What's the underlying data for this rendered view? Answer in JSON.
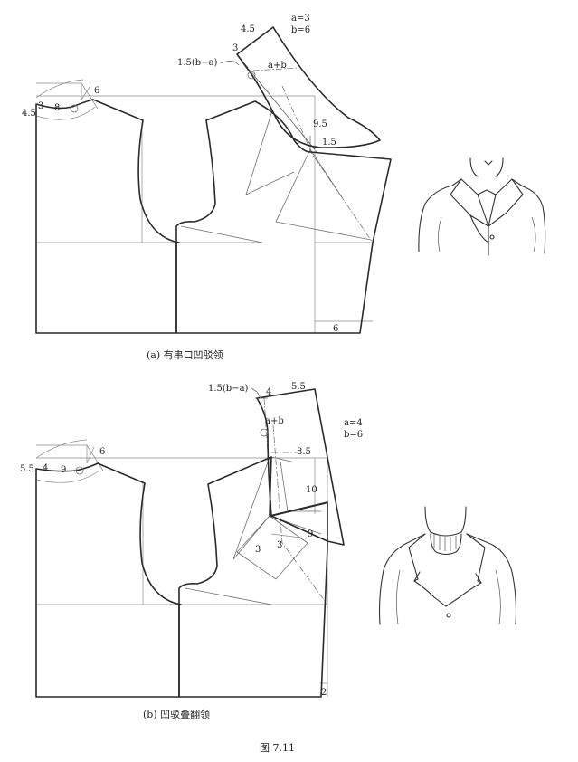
{
  "figure_a": {
    "caption": "(a) 有串口凹驳领",
    "formula_a": "a=3",
    "formula_b": "b=6",
    "labels": {
      "neck_side_left": "4.5",
      "neck_3": "3",
      "neck_8": "8",
      "shoulder_6": "6",
      "collar_top": "4.5",
      "collar_3": "3",
      "collar_ba": "1.5(b−a)",
      "collar_ab": "a+b",
      "lapel_95": "9.5",
      "lapel_15": "1.5",
      "hem_6": "6"
    }
  },
  "figure_b": {
    "caption": "(b) 凹驳叠翻领",
    "formula_a": "a=4",
    "formula_b": "b=6",
    "labels": {
      "neck_side_left": "5.5",
      "neck_4": "4",
      "neck_9": "9",
      "shoulder_6": "6",
      "collar_ba": "1.5(b−a)",
      "collar_4": "4",
      "collar_55": "5.5",
      "collar_ab": "a+b",
      "lapel_85": "8.5",
      "lapel_10": "10",
      "lapel_9": "9",
      "lapel_3a": "3",
      "lapel_3b": "3",
      "hem_2": "2"
    }
  },
  "figure_number": "图 7.11"
}
